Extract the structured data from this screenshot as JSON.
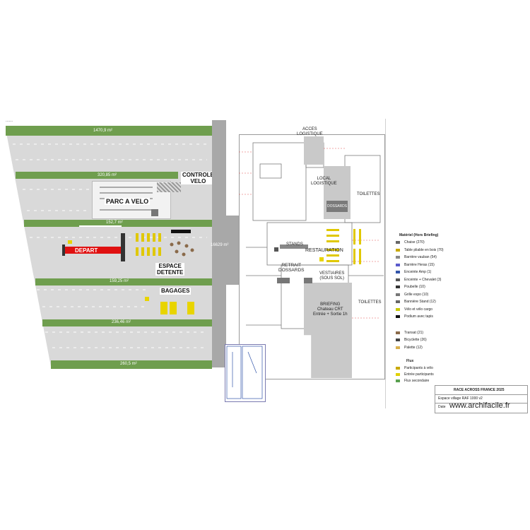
{
  "header": {
    "corner_note": "......"
  },
  "parking": {
    "area_labels": [
      "1470,9 m²",
      "320,85 m²",
      "152,7 m²",
      "159,25 m²",
      "236,46 m²",
      "260,5 m²"
    ],
    "road_label": "16629 m²"
  },
  "zones": {
    "controle_velo": "CONTROLE\nVELO",
    "parc_a_velo": "PARC A VELO",
    "depart": "DEPART",
    "espace_detente": "ESPACE\nDETENTE",
    "bagages": "BAGAGES"
  },
  "building": {
    "acces_logistique": "ACCES\nLOGISTIQUE",
    "local_logistique": "LOCAL\nLOGISTIQUE",
    "toilettes_top": "TOILETTES",
    "toilettes_bottom": "TOILETTES",
    "dossards": "DOSSARDS",
    "stands": "STANDS",
    "restauration": "RESTAURATION",
    "retrait_dossards": "RETRAIT\nDOSSARDS",
    "vestiaires": "VESTIAIRES\n(SOUS SOL)",
    "briefing": "BRIEFING\nChateau CRT\nEntrée + Sortie 1h"
  },
  "legend": {
    "title": "Matériel (Hors Briefing)",
    "items": [
      {
        "label": "Chaise (270)",
        "icon": "chair-icon",
        "color": "#666666"
      },
      {
        "label": "Table pliable en bois (70)",
        "icon": "table-icon",
        "color": "#c8a800"
      },
      {
        "label": "Barrière vauban (54)",
        "icon": "barrier-icon",
        "color": "#888888"
      },
      {
        "label": "Barrière Heras (15)",
        "icon": "heras-icon",
        "color": "#5a5acc"
      },
      {
        "label": "Enceinte Amp (1)",
        "icon": "speaker-icon",
        "color": "#3355aa"
      },
      {
        "label": "Enceinte + Chevalet (3)",
        "icon": "speaker-stand-icon",
        "color": "#555555"
      },
      {
        "label": "Poubelle (10)",
        "icon": "bin-icon",
        "color": "#333333"
      },
      {
        "label": "Grille expo (10)",
        "icon": "grid-icon",
        "color": "#777777"
      },
      {
        "label": "Bannière Stand (12)",
        "icon": "banner-icon",
        "color": "#666666"
      },
      {
        "label": "Vélo et vélo cargo",
        "icon": "bike-icon",
        "color": "#c8c800"
      },
      {
        "label": "Podium avec tapis",
        "icon": "podium-icon",
        "color": "#111111"
      },
      {
        "label": "Transat (21)",
        "icon": "deckchair-icon",
        "color": "#8a6a4a"
      },
      {
        "label": "Bicyclette (26)",
        "icon": "bicycle-icon",
        "color": "#444444"
      },
      {
        "label": "Palette (12)",
        "icon": "pallet-icon",
        "color": "#d8b050"
      }
    ],
    "flux_title": "Flux",
    "flux_items": [
      {
        "label": "Participants à vélo",
        "color": "#c8a800"
      },
      {
        "label": "Entrée participants",
        "color": "#e0d000"
      },
      {
        "label": "Flux secondaire",
        "color": "#5aa050"
      }
    ]
  },
  "title_block": {
    "title": "RACE ACROSS FRANCE 2025",
    "subtitle": "Espace village RAF 1000 v2",
    "date_label": "Date",
    "watermark": "www.archifacile.fr"
  },
  "colors": {
    "grass": "#6f9e4e",
    "parking": "#d9d9d9",
    "road": "#a8a8a8",
    "depart_red": "#e01010",
    "accent_yellow": "#e8d400"
  }
}
